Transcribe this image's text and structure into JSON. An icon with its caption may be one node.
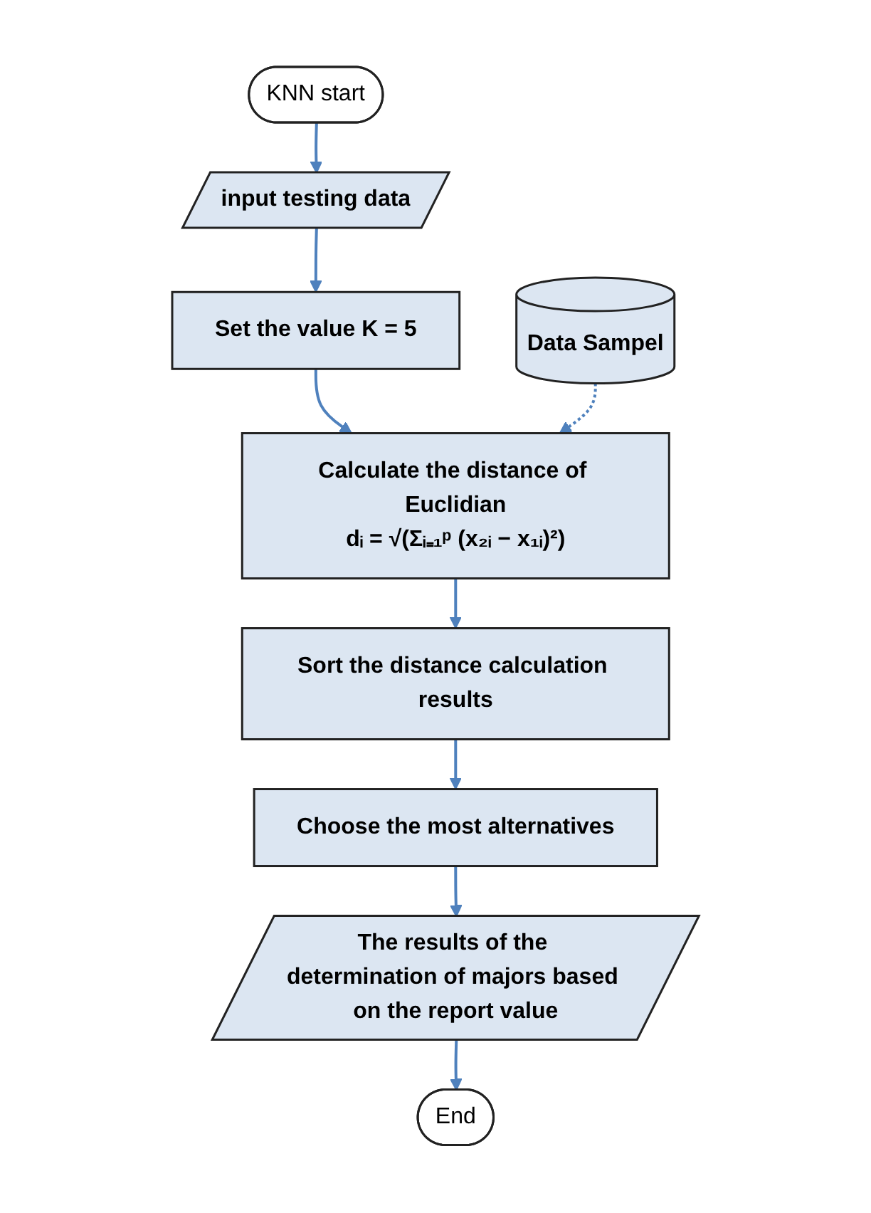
{
  "diagram": {
    "nodes": [
      {
        "text": [
          "KNN start"
        ]
      },
      {
        "text": [
          "input testing data"
        ]
      },
      {
        "text": [
          "Set the value K = 5"
        ]
      },
      {
        "text": [
          "Data Sampel"
        ]
      },
      {
        "text": [
          "Calculate the distance of Euclidian",
          "dᵢ = √(Σᵢ₌₁ᵖ (x₂ᵢ − x₁ᵢ)²)"
        ]
      },
      {
        "text": [
          "Sort the distance calculation results"
        ]
      },
      {
        "text": [
          "Choose the most alternatives"
        ]
      },
      {
        "text": [
          "The results of the determination of majors based on the report value"
        ]
      },
      {
        "text": [
          "End"
        ]
      }
    ],
    "edges": [
      {
        "from": 0,
        "to": 1,
        "arrow": "to"
      },
      {
        "from": 1,
        "to": 2,
        "arrow": "to"
      },
      {
        "from": 2,
        "to": 4,
        "arrow": "to"
      },
      {
        "from": 3,
        "to": 4,
        "arrow": "to",
        "style": "dashed"
      },
      {
        "from": 4,
        "to": 5,
        "arrow": "to"
      },
      {
        "from": 5,
        "to": 6,
        "arrow": "to"
      },
      {
        "from": 6,
        "to": 7,
        "arrow": "to"
      },
      {
        "from": 7,
        "to": 8,
        "arrow": "to"
      }
    ]
  }
}
